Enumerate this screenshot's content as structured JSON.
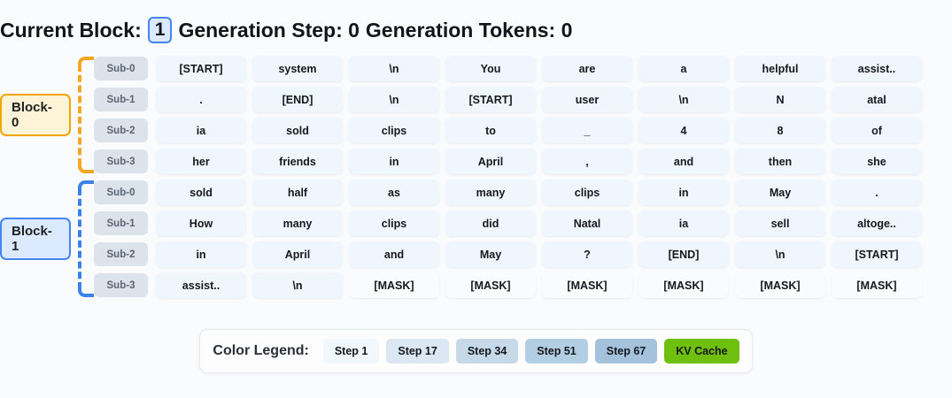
{
  "header": {
    "current_block_label": "Current Block:",
    "current_block_value": "1",
    "generation_step": "Generation Step: 0",
    "generation_tokens": "Generation Tokens: 0"
  },
  "blocks": [
    {
      "label": "Block-0",
      "accent": "#f0a500",
      "rows": [
        {
          "sub": "Sub-0",
          "tokens": [
            "[START]",
            "system",
            "\\n",
            "You",
            "are",
            "a",
            "helpful",
            "assist.."
          ]
        },
        {
          "sub": "Sub-1",
          "tokens": [
            ".",
            "[END]",
            "\\n",
            "[START]",
            "user",
            "\\n",
            "N",
            "atal"
          ]
        },
        {
          "sub": "Sub-2",
          "tokens": [
            "ia",
            "sold",
            "clips",
            "to",
            "_",
            "4",
            "8",
            "of"
          ]
        },
        {
          "sub": "Sub-3",
          "tokens": [
            "her",
            "friends",
            "in",
            "April",
            ",",
            "and",
            "then",
            "she"
          ]
        }
      ]
    },
    {
      "label": "Block-1",
      "accent": "#4285f4",
      "rows": [
        {
          "sub": "Sub-0",
          "tokens": [
            "sold",
            "half",
            "as",
            "many",
            "clips",
            "in",
            "May",
            "."
          ]
        },
        {
          "sub": "Sub-1",
          "tokens": [
            "How",
            "many",
            "clips",
            "did",
            "Natal",
            "ia",
            "sell",
            "altoge.."
          ]
        },
        {
          "sub": "Sub-2",
          "tokens": [
            "in",
            "April",
            "and",
            "May",
            "?",
            "[END]",
            "\\n",
            "[START]"
          ]
        },
        {
          "sub": "Sub-3",
          "tokens": [
            "assist..",
            "\\n",
            "[MASK]",
            "[MASK]",
            "[MASK]",
            "[MASK]",
            "[MASK]",
            "[MASK]"
          ]
        }
      ]
    }
  ],
  "legend": {
    "title": "Color Legend:",
    "items": [
      {
        "label": "Step 1",
        "color": "#f0f7fd"
      },
      {
        "label": "Step 17",
        "color": "#dbe7f2"
      },
      {
        "label": "Step 34",
        "color": "#c5d9e9"
      },
      {
        "label": "Step 51",
        "color": "#b2cee2"
      },
      {
        "label": "Step 67",
        "color": "#a4c2dc"
      },
      {
        "label": "KV Cache",
        "color": "#6fbf0f"
      }
    ]
  },
  "colors": {
    "token_fill": "#eff6fd",
    "mask_fill": "#fafbfc",
    "sub_pill": "#dde3ea",
    "block0_accent": "#f0a500",
    "block1_accent": "#4285f4",
    "page_bg": "#fafbfc"
  }
}
